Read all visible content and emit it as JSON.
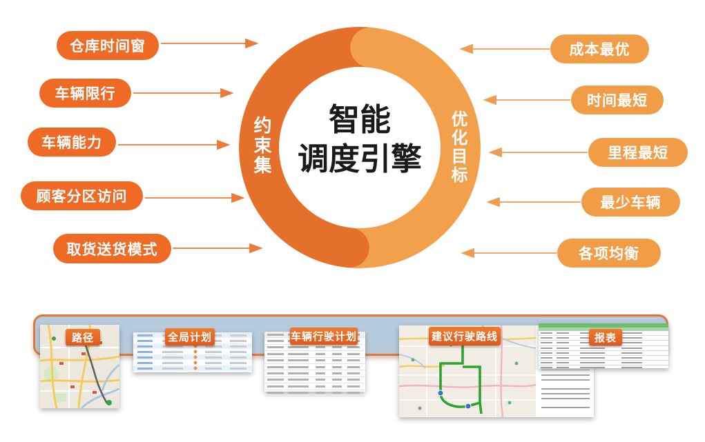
{
  "engine": {
    "title_line1": "智能",
    "title_line2": "调度引擎",
    "left_ring_label": "约束集",
    "right_ring_label": "优化目标"
  },
  "constraints": [
    {
      "label": "仓库时间窗"
    },
    {
      "label": "车辆限行"
    },
    {
      "label": "车辆能力"
    },
    {
      "label": "顾客分区访问"
    },
    {
      "label": "取货送货模式"
    }
  ],
  "objectives": [
    {
      "label": "成本最优"
    },
    {
      "label": "时间最短"
    },
    {
      "label": "里程最短"
    },
    {
      "label": "最少车辆"
    },
    {
      "label": "各项均衡"
    }
  ],
  "screens": {
    "tabs": [
      {
        "label": "路径"
      },
      {
        "label": "全局计划"
      },
      {
        "label": "车辆行驶计划"
      },
      {
        "label": "建议行驶路线"
      },
      {
        "label": "报表"
      }
    ]
  },
  "colors": {
    "ring_dark_orange": "#E5702C",
    "ring_light_orange": "#F3A04C",
    "pill_dark_orange": "#EE6A25",
    "pill_light_orange": "#F19C47",
    "tab_orange": "#E2611F",
    "panel_blue": "#B6CBDC",
    "panel_border_orange": "#E2763A",
    "title_black": "#1A1A1A"
  }
}
